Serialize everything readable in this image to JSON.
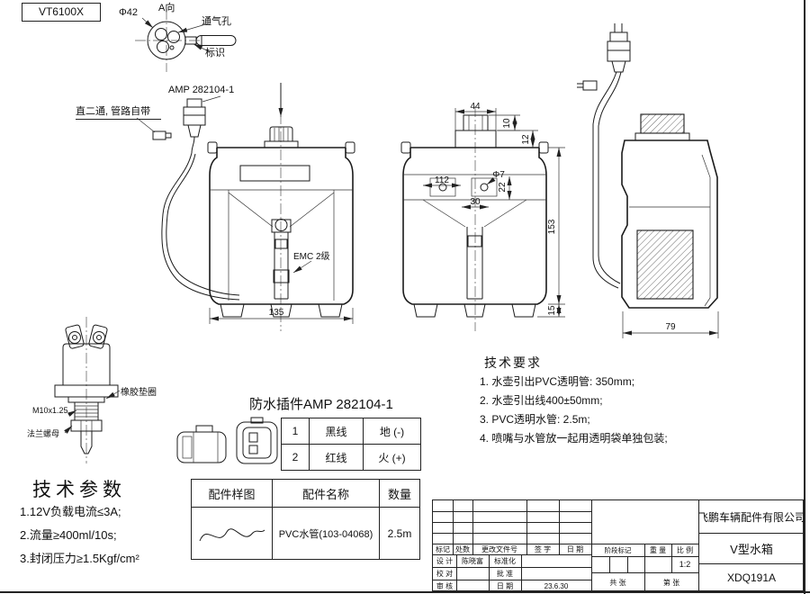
{
  "header": {
    "part_number": "VT6100X"
  },
  "detail_a": {
    "view_label": "A向",
    "diameter": "Φ42",
    "vent_label": "通气孔",
    "mark_label": "标识"
  },
  "connector": {
    "label": "AMP 282104-1",
    "pipe_note": "直二通, 管路自带"
  },
  "front_view": {
    "emc_label": "EMC 2级",
    "width": "135"
  },
  "center_view": {
    "dim_44": "44",
    "dim_10": "10",
    "dim_12": "12",
    "dim_153": "153",
    "dim_15": "15",
    "dim_phi7": "Φ7",
    "dim_22": "22",
    "dim_30": "30",
    "dim_112": "112"
  },
  "side_view": {
    "width": "79"
  },
  "pump": {
    "gasket_label": "橡胶垫圈",
    "thread_label": "M10x1.25",
    "nut_label": "法兰螺母"
  },
  "tech_params": {
    "title": "技术参数",
    "items": [
      "1.12V负载电流≤3A;",
      "2.流量≥400ml/10s;",
      "3.封闭压力≥1.5Kgf/cm²"
    ]
  },
  "plug": {
    "title": "防水插件AMP 282104-1",
    "rows": [
      {
        "no": "1",
        "wire": "黑线",
        "pole": "地 (-)"
      },
      {
        "no": "2",
        "wire": "红线",
        "pole": "火 (+)"
      }
    ]
  },
  "parts_table": {
    "col_sample": "配件样图",
    "col_name": "配件名称",
    "col_qty": "数量",
    "rows": [
      {
        "name": "PVC水管(103-04068)",
        "qty": "2.5m"
      }
    ]
  },
  "tech_req": {
    "title": "技术要求",
    "items": [
      "1.  水壶引出PVC透明管: 350mm;",
      "2.  水壶引出线400±50mm;",
      "3.  PVC透明水管: 2.5m;",
      "4.  喷嘴与水管放一起用透明袋单独包装;"
    ]
  },
  "title_block": {
    "company": "飞鹏车辆配件有限公司",
    "product": "V型水箱",
    "drawing_no": "XDQ191A",
    "rev_header": [
      "标记",
      "处数",
      "更改文件号",
      "签 字",
      "日 期"
    ],
    "sig_rows": [
      {
        "label": "设 计",
        "name": "陈晓富",
        "label2": "标准化",
        "value2": ""
      },
      {
        "label": "校 对",
        "name": "",
        "label2": "批 准",
        "value2": ""
      },
      {
        "label": "审 核",
        "name": "",
        "label2": "日 期",
        "value2": "23.6.30"
      }
    ],
    "stage_label": "阶段标记",
    "weight_label": "重 量",
    "scale_label": "比 例",
    "scale_value": "1:2",
    "sheet_total": "共  张",
    "sheet_no": "第  张"
  }
}
